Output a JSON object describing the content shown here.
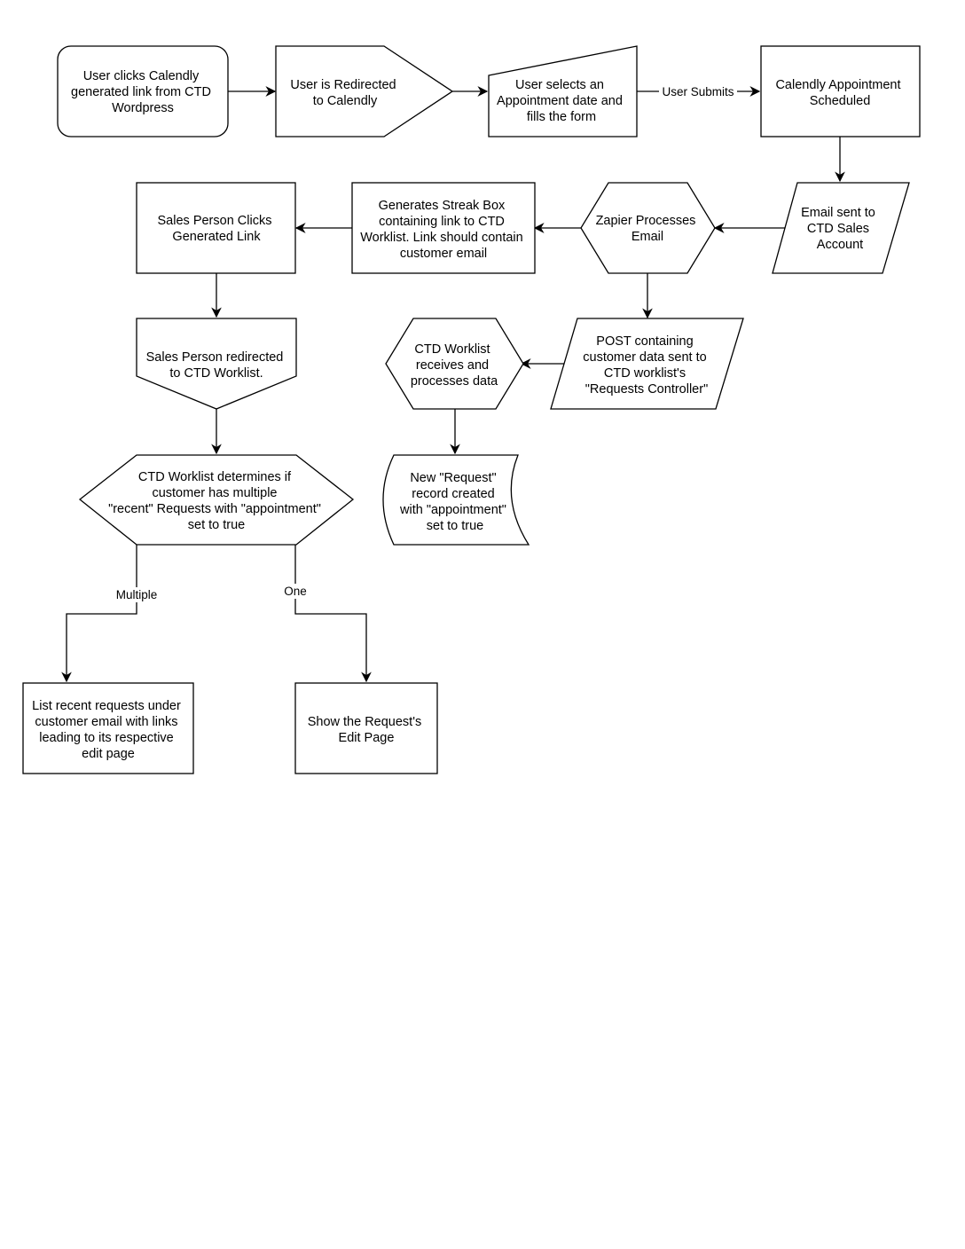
{
  "diagram": {
    "nodes": {
      "user_clicks": {
        "shape": "rounded-rectangle",
        "lines": [
          "User clicks Calendly",
          "generated link from CTD",
          "Wordpress"
        ]
      },
      "redirected_calendly": {
        "shape": "pentagon-arrow",
        "lines": [
          "User is Redirected",
          "to Calendly"
        ]
      },
      "selects_date": {
        "shape": "manual-input",
        "lines": [
          "User selects an",
          "Appointment date and",
          "fills the form"
        ]
      },
      "appointment_scheduled": {
        "shape": "rectangle",
        "lines": [
          "Calendly Appointment",
          "Scheduled"
        ]
      },
      "email_sent": {
        "shape": "parallelogram",
        "lines": [
          "Email sent to",
          "CTD Sales",
          "Account"
        ]
      },
      "zapier_processes": {
        "shape": "hexagon",
        "lines": [
          "Zapier Processes",
          "Email"
        ]
      },
      "streak_box": {
        "shape": "rectangle",
        "lines": [
          "Generates Streak Box",
          "containing link to CTD",
          "Worklist. Link should contain",
          "customer email"
        ]
      },
      "sales_clicks": {
        "shape": "rectangle",
        "lines": [
          "Sales Person Clicks",
          "Generated Link"
        ]
      },
      "post_data": {
        "shape": "parallelogram",
        "lines": [
          "POST containing",
          "customer data sent to",
          "CTD worklist's",
          "\"Requests Controller\""
        ]
      },
      "worklist_receives": {
        "shape": "hexagon",
        "lines": [
          "CTD Worklist",
          "receives and",
          "processes data"
        ]
      },
      "sales_redirected": {
        "shape": "off-page-connector",
        "lines": [
          "Sales Person redirected",
          "to CTD Worklist."
        ]
      },
      "request_created": {
        "shape": "stored-data",
        "lines": [
          "New \"Request\"",
          "record created",
          "with \"appointment\"",
          "set to true"
        ]
      },
      "determines_multiple": {
        "shape": "hexagon",
        "lines": [
          "CTD Worklist determines if",
          "customer has multiple",
          "\"recent\" Requests with \"appointment\"",
          "set to true"
        ]
      },
      "list_recent": {
        "shape": "rectangle",
        "lines": [
          "List recent requests under",
          "customer email with links",
          "leading to its respective",
          "edit page"
        ]
      },
      "show_edit": {
        "shape": "rectangle",
        "lines": [
          "Show the Request's",
          "Edit Page"
        ]
      }
    },
    "edges": [
      {
        "from": "user_clicks",
        "to": "redirected_calendly",
        "label": ""
      },
      {
        "from": "redirected_calendly",
        "to": "selects_date",
        "label": ""
      },
      {
        "from": "selects_date",
        "to": "appointment_scheduled",
        "label": "User Submits"
      },
      {
        "from": "appointment_scheduled",
        "to": "email_sent",
        "label": ""
      },
      {
        "from": "email_sent",
        "to": "zapier_processes",
        "label": ""
      },
      {
        "from": "zapier_processes",
        "to": "streak_box",
        "label": ""
      },
      {
        "from": "streak_box",
        "to": "sales_clicks",
        "label": ""
      },
      {
        "from": "zapier_processes",
        "to": "post_data",
        "label": ""
      },
      {
        "from": "post_data",
        "to": "worklist_receives",
        "label": ""
      },
      {
        "from": "worklist_receives",
        "to": "request_created",
        "label": ""
      },
      {
        "from": "sales_clicks",
        "to": "sales_redirected",
        "label": ""
      },
      {
        "from": "sales_redirected",
        "to": "determines_multiple",
        "label": ""
      },
      {
        "from": "determines_multiple",
        "to": "list_recent",
        "label": "Multiple"
      },
      {
        "from": "determines_multiple",
        "to": "show_edit",
        "label": "One"
      }
    ]
  }
}
